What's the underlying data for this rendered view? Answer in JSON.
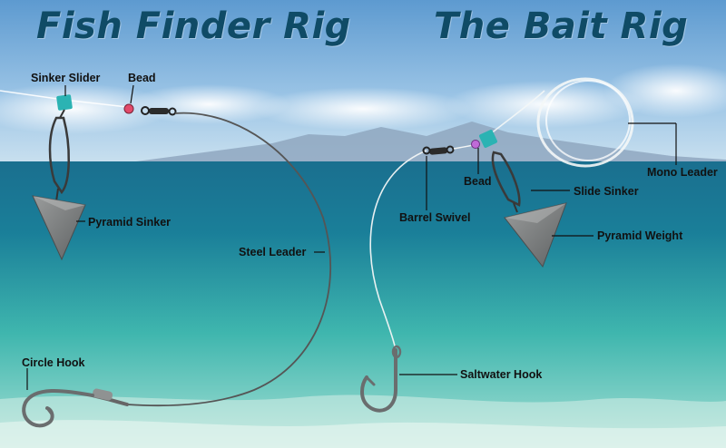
{
  "titles": {
    "fish_finder": "Fish Finder Rig",
    "bait_rig": "The Bait Rig"
  },
  "fish_finder_labels": {
    "sinker_slider": "Sinker Slider",
    "bead": "Bead",
    "pyramid_sinker": "Pyramid Sinker",
    "steel_leader": "Steel Leader",
    "circle_hook": "Circle Hook"
  },
  "bait_rig_labels": {
    "mono_leader": "Mono Leader",
    "bead": "Bead",
    "slide_sinker": "Slide Sinker",
    "barrel_swivel": "Barrel Swivel",
    "pyramid_weight": "Pyramid Weight",
    "saltwater_hook": "Saltwater Hook"
  },
  "colors": {
    "title": "#0f4b66",
    "sky_top": "#5d9ad0",
    "sea_deep": "#1a7f99",
    "sea_shallow": "#3fb6ae",
    "sinker_slider": "#2bb3b3",
    "bead_left": "#e24a6a",
    "bead_right": "#c06ad8",
    "lead": "#7a7d7e"
  }
}
